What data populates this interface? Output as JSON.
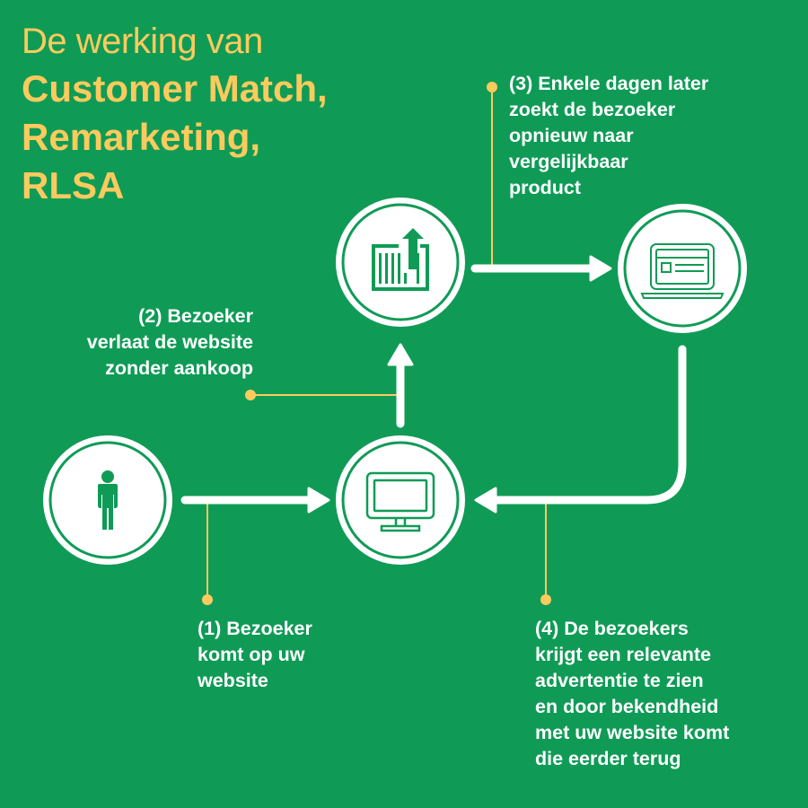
{
  "title": {
    "line1": "De werking van",
    "line2": "Customer Match,",
    "line3": "Remarketing,",
    "line4": "RLSA"
  },
  "colors": {
    "background": "#0f9b56",
    "accent": "#fdca5d",
    "foreground": "#ffffff"
  },
  "nodes": [
    {
      "id": "visitor",
      "icon": "person-icon"
    },
    {
      "id": "website",
      "icon": "desktop-monitor-icon"
    },
    {
      "id": "exit",
      "icon": "building-exit-arrow-icon"
    },
    {
      "id": "search",
      "icon": "laptop-icon"
    }
  ],
  "steps": [
    {
      "lines": [
        "(1) Bezoeker",
        "komt op uw",
        "website"
      ]
    },
    {
      "lines": [
        "(2) Bezoeker",
        "verlaat de website",
        "zonder aankoop"
      ]
    },
    {
      "lines": [
        "(3) Enkele dagen later",
        "zoekt de bezoeker",
        "opnieuw naar",
        "vergelijkbaar",
        "product"
      ]
    },
    {
      "lines": [
        "(4) De bezoekers",
        "krijgt een relevante",
        "advertentie te zien",
        "en door bekendheid",
        "met uw website komt",
        "die eerder terug"
      ]
    }
  ]
}
